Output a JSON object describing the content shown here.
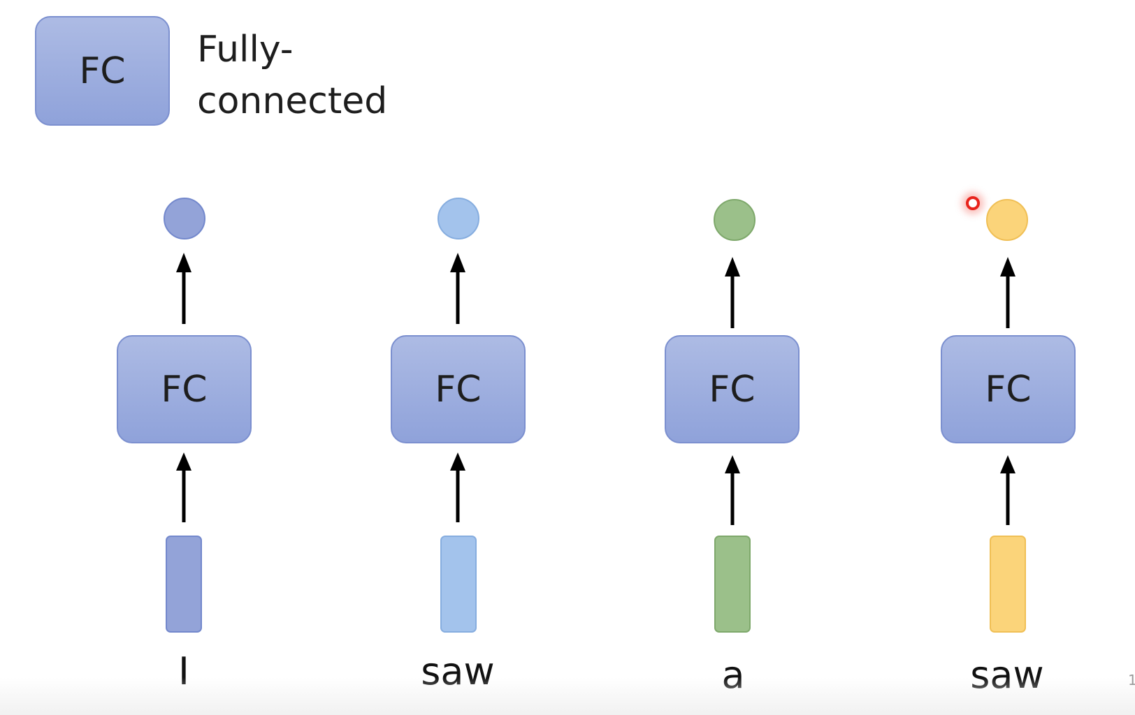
{
  "legend": {
    "box_label": "FC",
    "text_line1": "Fully-",
    "text_line2": "connected"
  },
  "columns": [
    {
      "word": "I",
      "fc_label": "FC",
      "color_fill": "#93a3d8",
      "color_border": "#7388cc"
    },
    {
      "word": "saw",
      "fc_label": "FC",
      "color_fill": "#a3c3ec",
      "color_border": "#86addf"
    },
    {
      "word": "a",
      "fc_label": "FC",
      "color_fill": "#9bc08a",
      "color_border": "#7ea86b"
    },
    {
      "word": "saw",
      "fc_label": "FC",
      "color_fill": "#fbd47a",
      "color_border": "#f0bf55"
    }
  ],
  "page_number": "1"
}
